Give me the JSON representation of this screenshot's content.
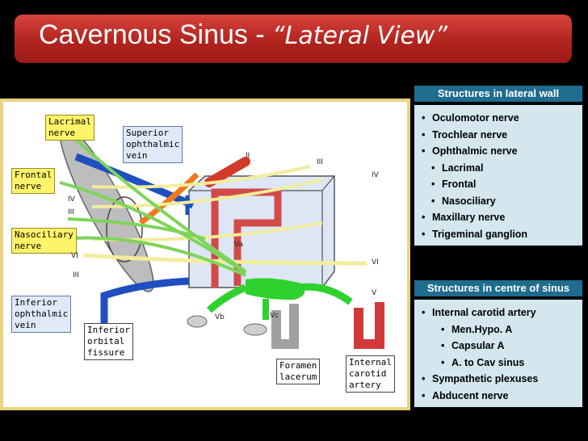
{
  "title": {
    "main": "Cavernous Sinus - ",
    "sub": "“Lateral View”"
  },
  "figure": {
    "labels": {
      "lacrimal": "Lacrimal\nnerve",
      "superior_ophthalmic": "Superior\nophthalmic\nvein",
      "frontal": "Frontal\nnerve",
      "nasociliary": "Nasociliary\nnerve",
      "inferior_ophthalmic": "Inferior\nophthalmic\nvein",
      "inferior_orbital": "Inferior\norbital\nfissure",
      "foramen_lacerum": "Foramen\nlacerum",
      "internal_carotid": "Internal\ncarotid\nartery"
    },
    "roman": {
      "ii": "II",
      "iii_top": "III",
      "iv_right": "IV",
      "iv_left": "IV",
      "iii_left": "III",
      "vi_right": "VI",
      "vi_left": "VI",
      "iii_lower": "III",
      "v": "V",
      "va": "Va",
      "vb": "Vb",
      "vc": "Vc"
    }
  },
  "lateral_panel": {
    "heading": "Structures in lateral wall",
    "items": [
      {
        "text": "Oculomotor nerve",
        "level": 1
      },
      {
        "text": "Trochlear nerve",
        "level": 1
      },
      {
        "text": "Ophthalmic nerve",
        "level": 1
      },
      {
        "text": "Lacrimal",
        "level": 2
      },
      {
        "text": "Frontal",
        "level": 2
      },
      {
        "text": "Nasociliary",
        "level": 2
      },
      {
        "text": "Maxillary nerve",
        "level": 1
      },
      {
        "text": "Trigeminal ganglion",
        "level": 1
      }
    ]
  },
  "centre_panel": {
    "heading": "Structures in centre of sinus",
    "items": [
      {
        "text": "Internal carotid artery",
        "level": 1
      },
      {
        "text": "Men.Hypo. A",
        "level": 3
      },
      {
        "text": "Capsular A",
        "level": 3
      },
      {
        "text": "A. to Cav sinus",
        "level": 3
      },
      {
        "text": "Sympathetic plexuses",
        "level": 1
      },
      {
        "text": "Abducent nerve",
        "level": 1
      }
    ]
  },
  "colors": {
    "title_red": "#b2241f",
    "panel_head": "#1f6c8f",
    "panel_body": "#d4e7ef",
    "figure_border": "#ead27e",
    "vein_blue": "#1f4fbf",
    "artery_red": "#d23a2a",
    "nerve_green": "#7ed45a",
    "nerve_yellow": "#f3ec9c",
    "ganglion_green": "#2fd12f",
    "orange_nerve": "#f07a1a"
  }
}
